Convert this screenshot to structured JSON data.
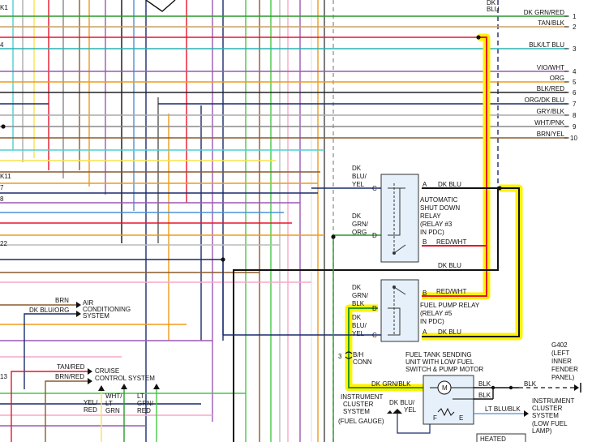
{
  "right_wire_labels": [
    {
      "num": "1",
      "label": "DK GRN/RED"
    },
    {
      "num": "2",
      "label": "TAN/BLK"
    },
    {
      "num": "3",
      "label": "BLK/LT BLU"
    },
    {
      "num": "4",
      "label": "VIO/WHT"
    },
    {
      "num": "5",
      "label": "ORG"
    },
    {
      "num": "6",
      "label": "BLK/RED"
    },
    {
      "num": "7",
      "label": "ORG/DK BLU"
    },
    {
      "num": "8",
      "label": "GRY/BLK"
    },
    {
      "num": "9",
      "label": "WHT/PNK"
    },
    {
      "num": "10",
      "label": "BRN/YEL"
    }
  ],
  "top_dk_blu": [
    "DK",
    "BLU"
  ],
  "left_fragments": [
    "K1",
    "4",
    "K11",
    "7",
    "8",
    "22",
    "13"
  ],
  "asd_relay": {
    "name_lines": [
      "AUTOMATIC",
      "SHUT DOWN",
      "RELAY",
      "(RELAY #3",
      "IN PDC)"
    ],
    "pin_c_wire": [
      "DK",
      "BLU/",
      "YEL"
    ],
    "pin_d_wire": [
      "DK",
      "GRN/",
      "ORG"
    ],
    "pins": {
      "a": "A",
      "b": "B",
      "c": "C",
      "d": "D"
    },
    "wire_a": "DK BLU",
    "wire_b": "RED/WHT"
  },
  "mid_dk_blu": "DK BLU",
  "fp_relay": {
    "name_lines": [
      "FUEL PUMP RELAY",
      "(RELAY #5",
      "IN PDC)"
    ],
    "pin_d_wire": [
      "DK",
      "GRN/",
      "BLK"
    ],
    "pin_c_wire": [
      "DK",
      "BLU/",
      "YEL"
    ],
    "pins": {
      "a": "A",
      "b": "B",
      "c": "C",
      "d": "D"
    },
    "wire_a": "DK BLU",
    "wire_b": "RED/WHT"
  },
  "air_conditioning": {
    "wire1": "BRN",
    "wire2": "DK BLU/ORG",
    "lines": [
      "AIR",
      "CONDITIONING",
      "SYSTEM"
    ]
  },
  "cruise_control": {
    "wire1": "TAN/RED",
    "wire2": "BRN/RED",
    "lines": [
      "CRUISE",
      "CONTROL SYSTEM"
    ]
  },
  "cruise_wires": [
    [
      "YEL/",
      "RED"
    ],
    [
      "WHT/",
      "LT",
      "GRN"
    ],
    [
      "LT",
      "GRN/",
      "RED"
    ]
  ],
  "bh_conn": {
    "num": "3",
    "lines": [
      "B/H",
      "CONN"
    ]
  },
  "sender": {
    "title_lines": [
      "FUEL TANK SENDING",
      "UNIT WITH LOW FUEL",
      "SWITCH & PUMP MOTOR"
    ],
    "motor": "M",
    "wire_in": "DK GRN/BLK",
    "blk1": "BLK",
    "blk2": "BLK",
    "f": "F",
    "e": "E",
    "gauge_wire": [
      "DK BLU/",
      "YEL"
    ],
    "lamp_wire": "LT BLU/BLK",
    "ground_wire": "BLK"
  },
  "ground": {
    "lines": [
      "G402",
      "(LEFT",
      "INNER",
      "FENDER",
      "PANEL)"
    ]
  },
  "cluster_gauge": {
    "lines": [
      "INSTRUMENT",
      "CLUSTER",
      "SYSTEM",
      "(FUEL GAUGE)"
    ]
  },
  "cluster_lamp": {
    "lines": [
      "INSTRUMENT",
      "CLUSTER",
      "SYSTEM",
      "(LOW FUEL",
      "LAMP)"
    ]
  },
  "bottom_heated": "HEATED",
  "colors": {
    "highlight": "#fff200",
    "circuit_red": "#e8152a",
    "circuit_dark": "#111111",
    "circuit_green": "#2a9a2a",
    "relay_fill": "#e6f0fa"
  }
}
